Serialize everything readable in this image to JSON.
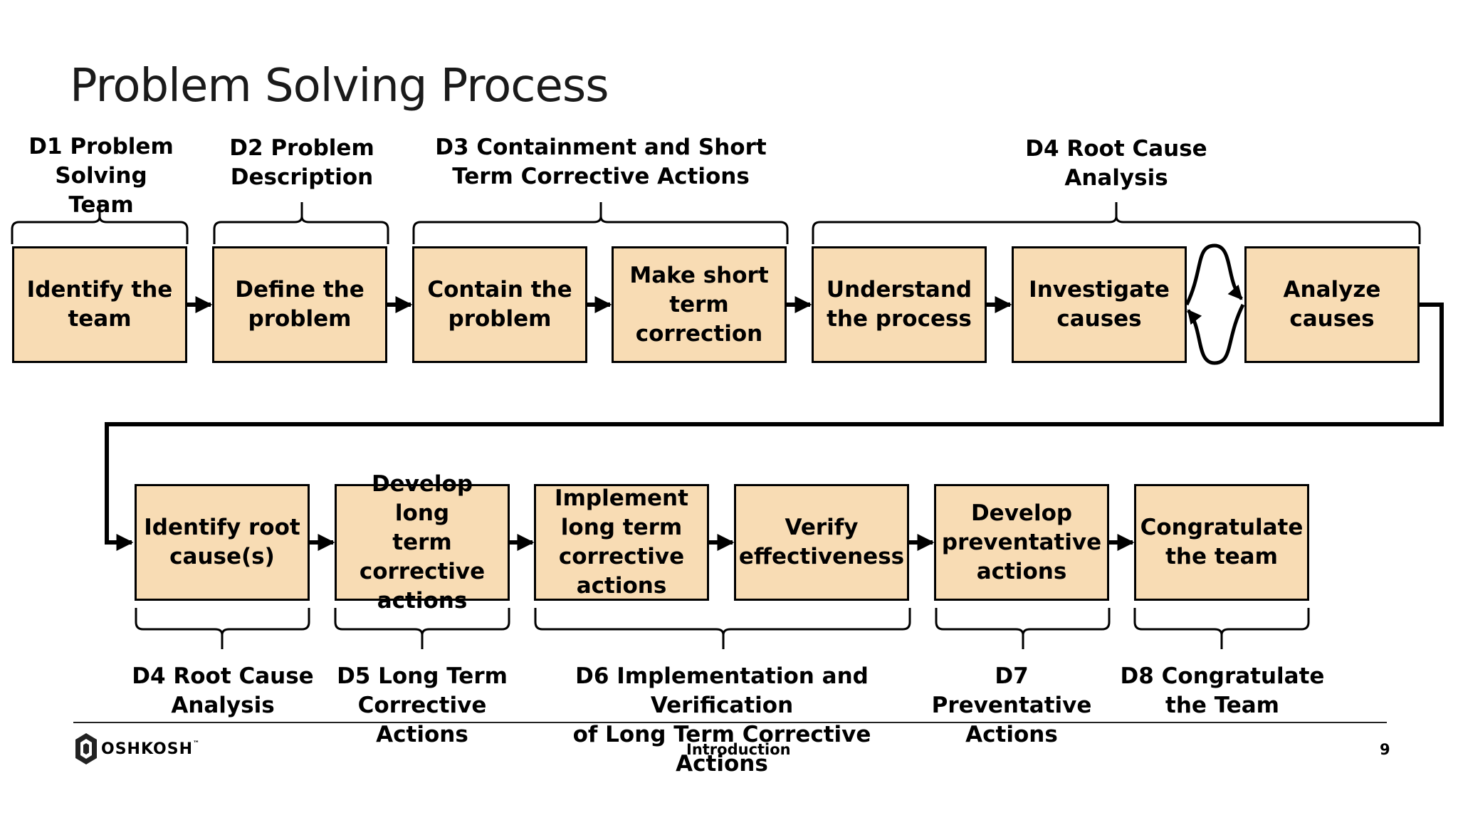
{
  "title": "Problem Solving Process",
  "top_labels": [
    {
      "line1": "D1 Problem",
      "line2": "Solving Team"
    },
    {
      "line1": "D2 Problem",
      "line2": "Description"
    },
    {
      "line1": "D3 Containment and Short",
      "line2": "Term Corrective Actions"
    },
    {
      "line1": "D4 Root Cause",
      "line2": "Analysis"
    }
  ],
  "top_boxes": [
    {
      "lines": [
        "Identify the",
        "team"
      ]
    },
    {
      "lines": [
        "Define the",
        "problem"
      ]
    },
    {
      "lines": [
        "Contain the",
        "problem"
      ]
    },
    {
      "lines": [
        "Make short",
        "term",
        "correction"
      ]
    },
    {
      "lines": [
        "Understand",
        "the process"
      ]
    },
    {
      "lines": [
        "Investigate",
        "causes"
      ]
    },
    {
      "lines": [
        "Analyze",
        "causes"
      ]
    }
  ],
  "bottom_boxes": [
    {
      "lines": [
        "Identify root",
        "cause(s)"
      ]
    },
    {
      "lines": [
        "Develop long",
        "term",
        "corrective",
        "actions"
      ]
    },
    {
      "lines": [
        "Implement",
        "long term",
        "corrective",
        "actions"
      ]
    },
    {
      "lines": [
        "Verify",
        "effectiveness"
      ]
    },
    {
      "lines": [
        "Develop",
        "preventative",
        "actions"
      ]
    },
    {
      "lines": [
        "Congratulate",
        "the team"
      ]
    }
  ],
  "bottom_labels": [
    {
      "line1": "D4 Root Cause",
      "line2": "Analysis"
    },
    {
      "line1": "D5 Long Term",
      "line2": "Corrective Actions"
    },
    {
      "line1": "D6 Implementation and Verification",
      "line2": "of Long Term Corrective Actions"
    },
    {
      "line1": "D7 Preventative",
      "line2": "Actions"
    },
    {
      "line1": "D8 Congratulate",
      "line2": "the Team"
    }
  ],
  "footer": {
    "logo_text": "OSHKOSH",
    "logo_tm": "™",
    "section": "Introduction",
    "page": "9"
  }
}
